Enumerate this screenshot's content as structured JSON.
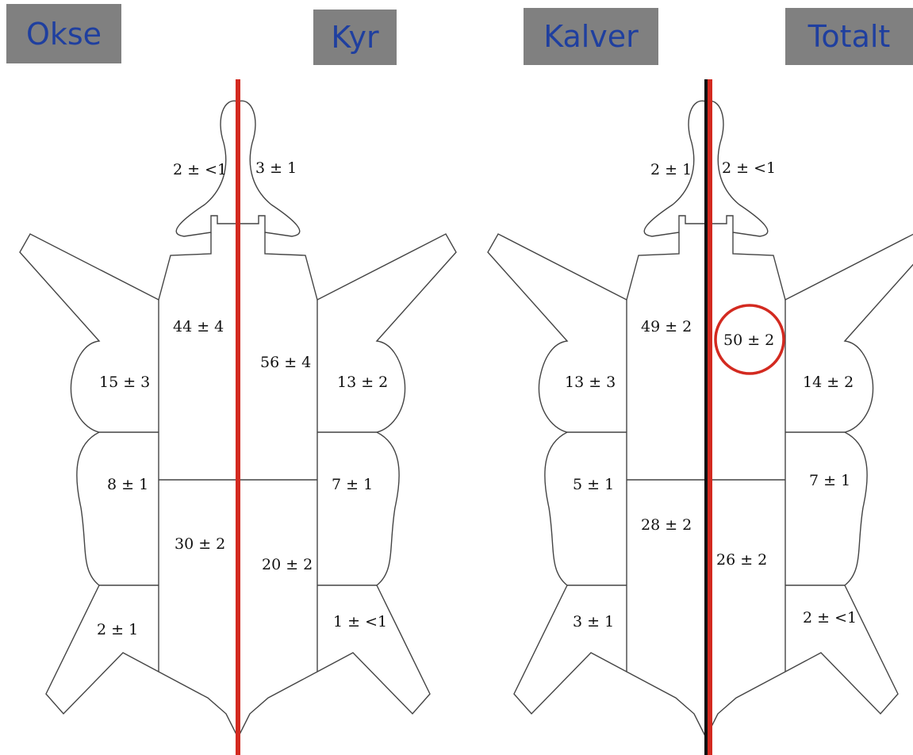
{
  "labels": {
    "okse": "Okse",
    "kyr": "Kyr",
    "kalver": "Kalver",
    "totalt": "Totalt"
  },
  "colors": {
    "label_bg": "#808080",
    "label_text": "#1f3f9f",
    "divider": "#d32a20",
    "highlight": "#d32a20"
  },
  "left_hide": {
    "head_left": "2 ± <1",
    "head_right": "3 ± 1",
    "back_left": "44 ± 4",
    "back_right": "56 ± 4",
    "shoulder_left": "15 ± 3",
    "shoulder_right": "13 ± 2",
    "flank_left": "8 ± 1",
    "flank_right": "7 ± 1",
    "rump_left": "30 ± 2",
    "rump_right": "20 ± 2",
    "hind_left": "2 ± 1",
    "hind_right": "1 ± <1"
  },
  "right_hide": {
    "head_left": "2 ± 1",
    "head_right": "2 ± <1",
    "back_left": "49 ± 2",
    "back_right": "50 ± 2",
    "shoulder_left": "13 ± 3",
    "shoulder_right": "14 ± 2",
    "flank_left": "5 ± 1",
    "flank_right": "7 ± 1",
    "rump_left": "28 ± 2",
    "rump_right": "26 ± 2",
    "hind_left": "3 ± 1",
    "hind_right": "2 ± <1"
  }
}
